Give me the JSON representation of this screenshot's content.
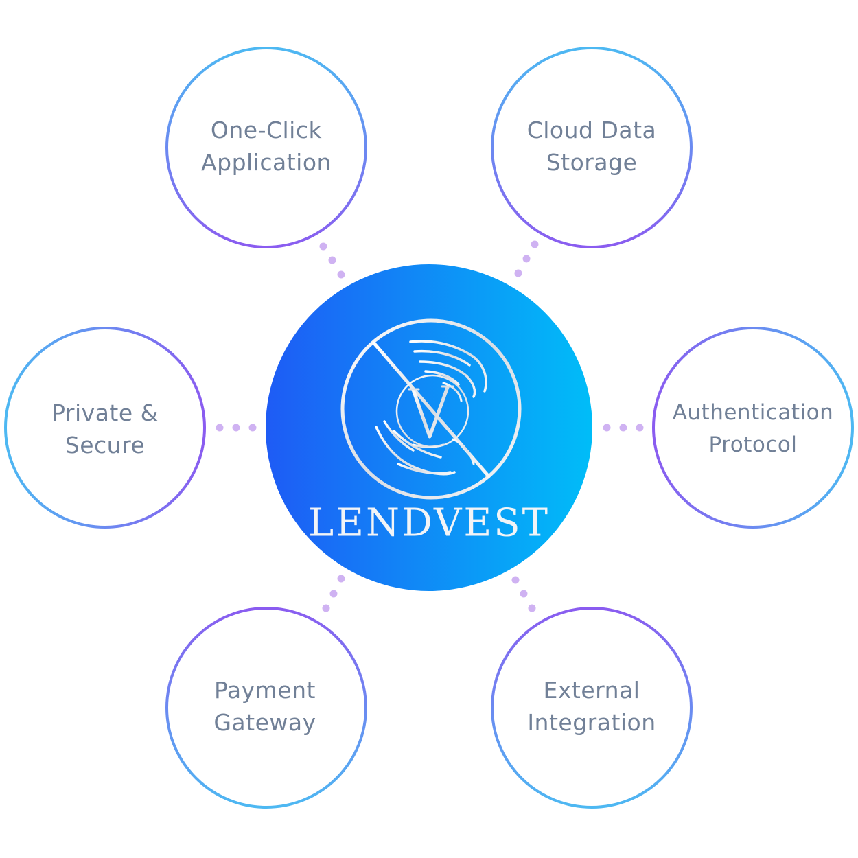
{
  "brand": {
    "name": "LENDVEST",
    "logo_icon": "hands-exchanging-coin-v-icon",
    "gradient_start": "#1e5bf5",
    "gradient_end": "#00bdf8"
  },
  "colors": {
    "ring_blue": "#4db8f2",
    "ring_purple": "#8a5cf0",
    "connector_dots": "#cfb2f2",
    "label_text": "#718097"
  },
  "features": [
    {
      "id": "one-click-application",
      "lines": [
        "One-Click",
        "Application"
      ]
    },
    {
      "id": "cloud-data-storage",
      "lines": [
        "Cloud Data",
        "Storage"
      ]
    },
    {
      "id": "private-secure",
      "lines": [
        "Private &",
        "Secure"
      ]
    },
    {
      "id": "authentication-protocol",
      "lines": [
        "Authentication",
        "Protocol"
      ]
    },
    {
      "id": "payment-gateway",
      "lines": [
        "Payment",
        "Gateway"
      ]
    },
    {
      "id": "external-integration",
      "lines": [
        "External",
        "Integration"
      ]
    }
  ]
}
